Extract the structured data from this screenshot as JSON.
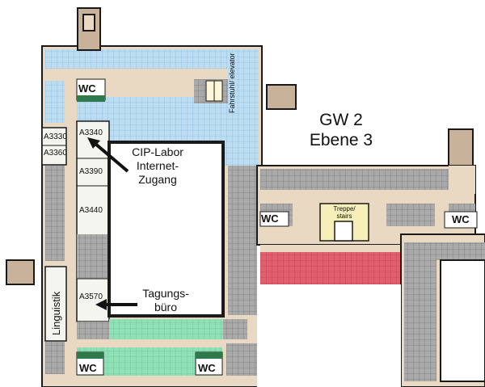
{
  "map": {
    "building": "GW 2",
    "level": "Ebene 3",
    "rooms": {
      "a3330": "A3330",
      "a3360": "A3360",
      "a3340": "A3340",
      "a3390": "A3390",
      "a3440": "A3440",
      "a3570": "A3570"
    },
    "linguistik": "Linguistik",
    "elevator": "Fahrstuhl/ elevator",
    "stairs_line1": "Treppe/",
    "stairs_line2": "stairs",
    "cip_line1": "CIP-Labor",
    "cip_line2": "Internet-",
    "cip_line3": "Zugang",
    "tagung_line1": "Tagungs-",
    "tagung_line2": "büro",
    "wc": "WC"
  },
  "colors": {
    "corridor": "#e9d9c2",
    "gray_room": "#a9a9a9",
    "blue": "#bcdcf2",
    "green": "#8fe0b5",
    "red": "#e06070",
    "stair_tower": "#c9b29a",
    "wall": "#1a1a1a"
  }
}
